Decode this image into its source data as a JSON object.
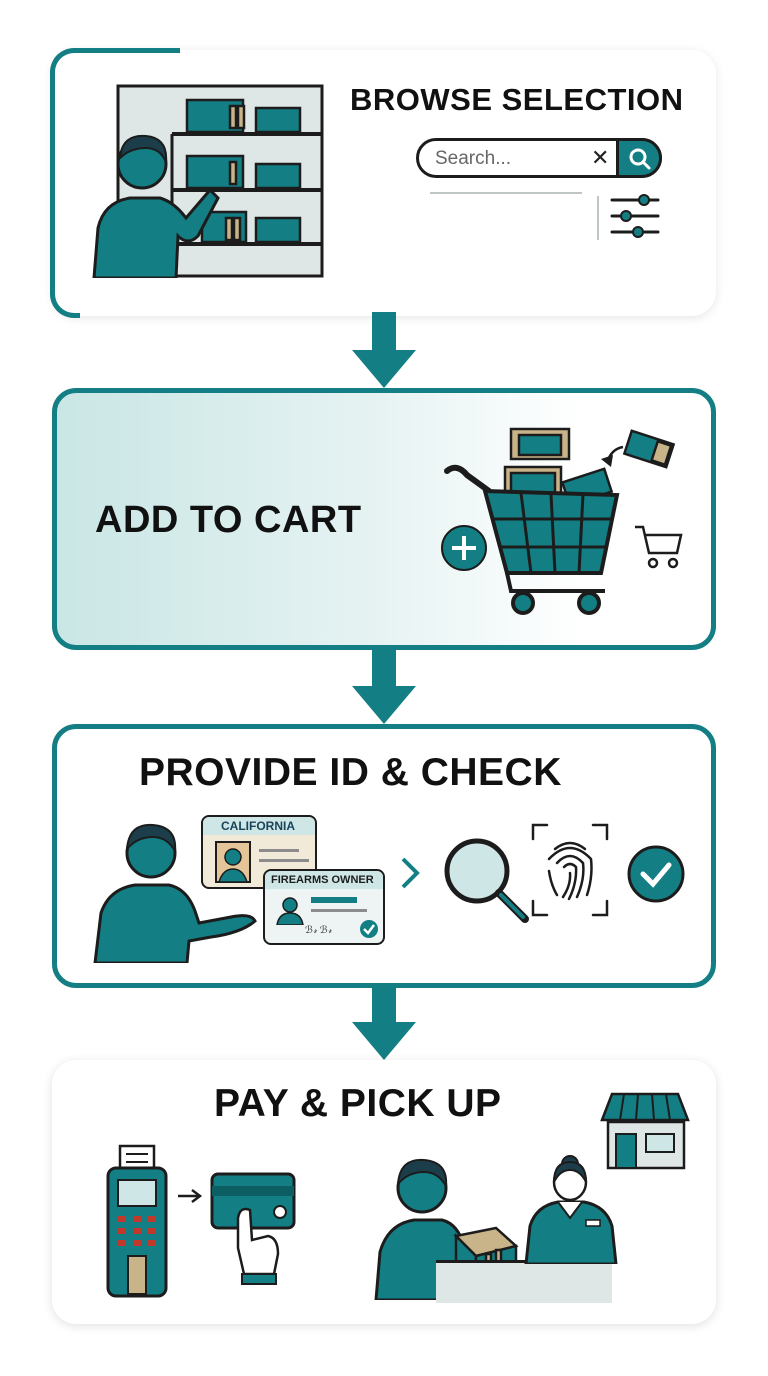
{
  "steps": [
    {
      "title": "BROWSE SELECTION"
    },
    {
      "title": "ADD TO CART"
    },
    {
      "title": "PROVIDE ID & CHECK"
    },
    {
      "title": "PAY & PICK UP"
    }
  ],
  "search": {
    "placeholder": "Search...",
    "clear_glyph": "✕"
  },
  "id_cards": {
    "state_label": "CALIFORNIA",
    "license_label": "FIREARMS OWNER",
    "signature": "ℬ𝓇 ℬ𝓇"
  },
  "colors": {
    "accent": "#137f84",
    "ink": "#1c1c1c",
    "tan": "#c9b489"
  },
  "icons": [
    "shelf-icon",
    "shopper-icon",
    "search-icon",
    "filter-icon",
    "cart-icon",
    "plus-icon",
    "small-cart-icon",
    "id-card-icon",
    "magnifier-icon",
    "fingerprint-icon",
    "check-icon",
    "payment-terminal-icon",
    "credit-card-icon",
    "store-icon",
    "cashier-icon",
    "customer-icon",
    "arrow-down-icon"
  ]
}
